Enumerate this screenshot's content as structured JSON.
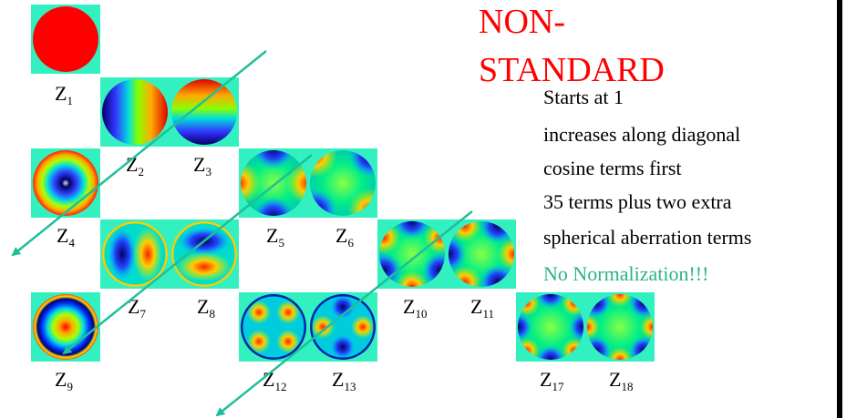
{
  "title": {
    "line1": "NON-",
    "line2": "STANDARD"
  },
  "bullets": [
    "Starts at 1",
    "increases along diagonal",
    "cosine terms first",
    "35 terms plus two extra",
    "spherical aberration terms"
  ],
  "note": "No Normalization!!!",
  "terms": [
    {
      "label": "Z",
      "index": "1"
    },
    {
      "label": "Z",
      "index": "2"
    },
    {
      "label": "Z",
      "index": "3"
    },
    {
      "label": "Z",
      "index": "4"
    },
    {
      "label": "Z",
      "index": "5"
    },
    {
      "label": "Z",
      "index": "6"
    },
    {
      "label": "Z",
      "index": "7"
    },
    {
      "label": "Z",
      "index": "8"
    },
    {
      "label": "Z",
      "index": "9"
    },
    {
      "label": "Z",
      "index": "10"
    },
    {
      "label": "Z",
      "index": "11"
    },
    {
      "label": "Z",
      "index": "12"
    },
    {
      "label": "Z",
      "index": "13"
    },
    {
      "label": "Z",
      "index": "17"
    },
    {
      "label": "Z",
      "index": "18"
    }
  ],
  "colors": {
    "title": "#ff0000",
    "note": "#2ab57f",
    "arrow": "#1fbf9a",
    "tile_bg": "#33f0c0"
  }
}
